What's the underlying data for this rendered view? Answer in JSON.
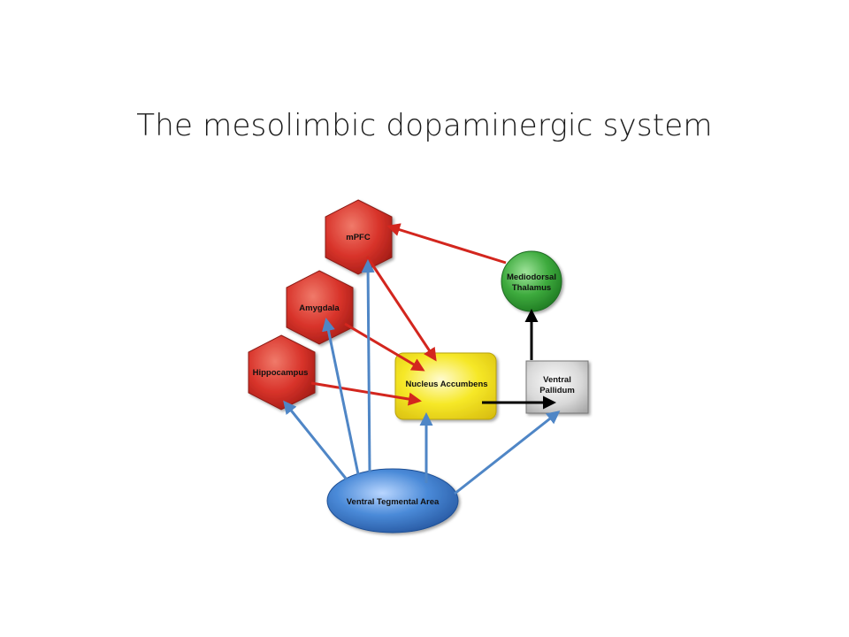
{
  "slide": {
    "title": "The mesolimbic dopaminergic system"
  },
  "diagram": {
    "nodes": {
      "mpfc": {
        "label": "mPFC"
      },
      "amygdala": {
        "label": "Amygdala"
      },
      "hippocampus": {
        "label": "Hippocampus"
      },
      "mediodorsal_thalamus": {
        "line1": "Mediodorsal",
        "line2": "Thalamus"
      },
      "nucleus_accumbens": {
        "label": "Nucleus Accumbens"
      },
      "ventral_pallidum": {
        "line1": "Ventral",
        "line2": "Pallidum"
      },
      "vta": {
        "label": "Ventral Tegmental Area"
      }
    },
    "colors": {
      "glutamatergic_arrow": "#d3261e",
      "dopaminergic_arrow": "#4f86c6",
      "output_arrow": "#000000",
      "cortical_node": "#d8332a",
      "thalamus_node": "#3daa3d",
      "accumbens_node": "#f4e21a",
      "pallidum_node": "#cfcfcf",
      "vta_node": "#3f7fd0"
    }
  }
}
